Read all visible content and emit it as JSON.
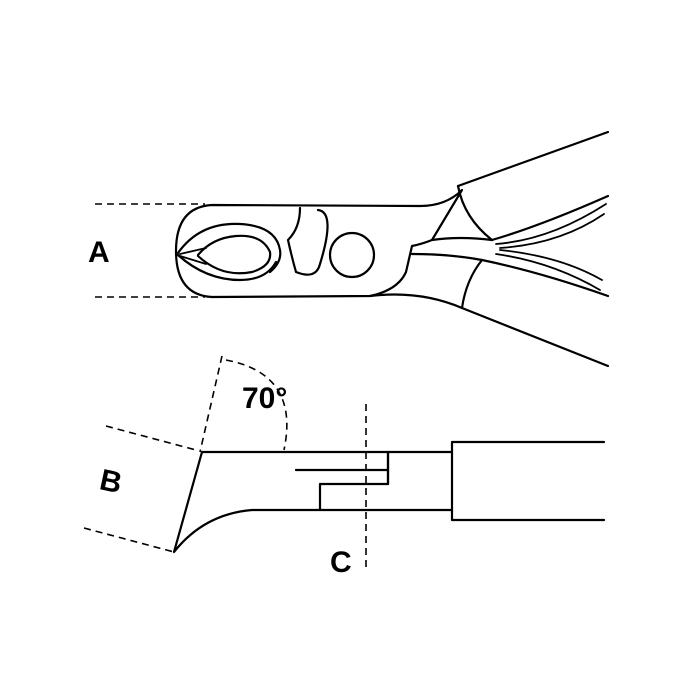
{
  "labels": {
    "a": "A",
    "b": "B",
    "c": "C",
    "angle": "70°"
  },
  "colors": {
    "ink": "#000000",
    "paper": "#ffffff"
  }
}
